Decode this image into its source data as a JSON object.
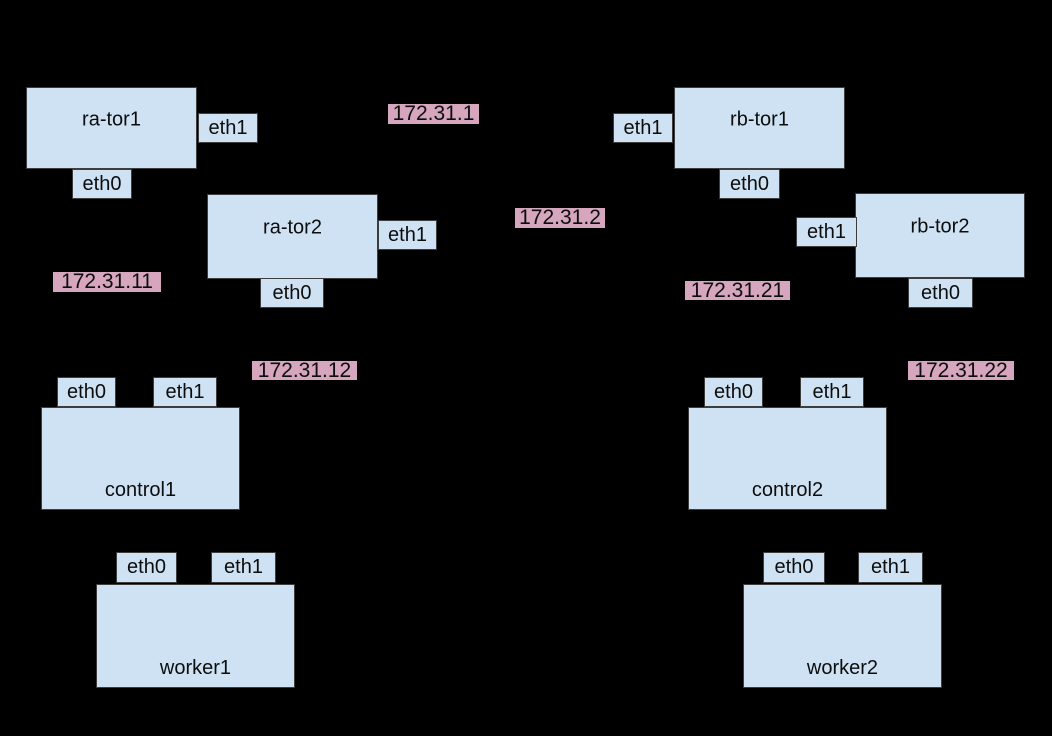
{
  "colors": {
    "background": "#000000",
    "node_fill": "#cfe2f3",
    "node_border": "#3d3d3d",
    "ip_fill": "#d5a6bd",
    "text": "#0d0d0d"
  },
  "nodes": [
    {
      "label": "ra-tor1",
      "interfaces": [
        "eth0",
        "eth1"
      ]
    },
    {
      "label": "ra-tor2",
      "interfaces": [
        "eth0",
        "eth1"
      ]
    },
    {
      "label": "rb-tor1",
      "interfaces": [
        "eth0",
        "eth1"
      ]
    },
    {
      "label": "rb-tor2",
      "interfaces": [
        "eth0",
        "eth1"
      ]
    },
    {
      "label": "control1",
      "interfaces": [
        "eth0",
        "eth1"
      ]
    },
    {
      "label": "worker1",
      "interfaces": [
        "eth0",
        "eth1"
      ]
    },
    {
      "label": "control2",
      "interfaces": [
        "eth0",
        "eth1"
      ]
    },
    {
      "label": "worker2",
      "interfaces": [
        "eth0",
        "eth1"
      ]
    }
  ],
  "ip_labels": [
    "172.31.1",
    "172.31.2",
    "172.31.11",
    "172.31.12",
    "172.31.21",
    "172.31.22"
  ]
}
